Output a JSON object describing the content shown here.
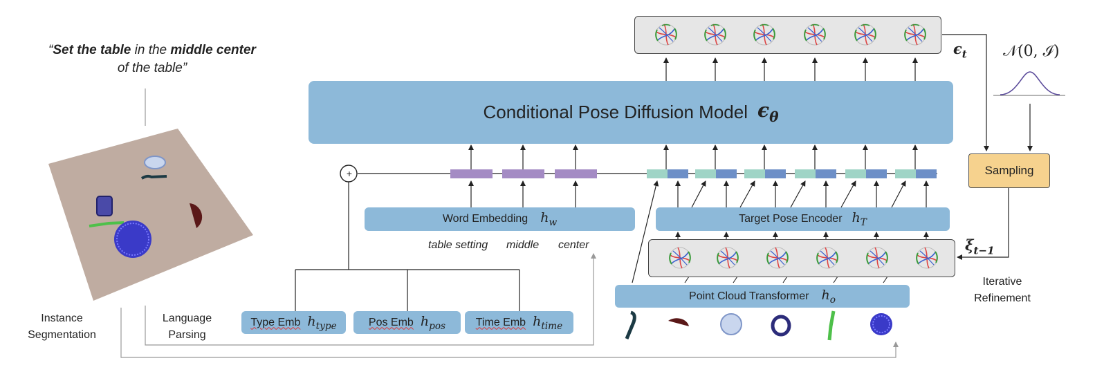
{
  "quote": {
    "open": "“",
    "bold1": "Set the table",
    "mid1": " in the ",
    "bold2": "middle center",
    "line2": "of the table",
    "close": "”"
  },
  "labels": {
    "instance_segmentation": [
      "Instance",
      "Segmentation"
    ],
    "language_parsing": [
      "Language",
      "Parsing"
    ],
    "iterative_refinement": [
      "Iterative",
      "Refinement"
    ],
    "sampling": "Sampling",
    "plus": "+"
  },
  "diffusion_model": {
    "label": "Conditional Pose Diffusion Model",
    "symbol_main": "ϵ",
    "symbol_sub": "θ"
  },
  "word_embedding": {
    "label": "Word Embedding",
    "sym": "h",
    "sub": "w"
  },
  "target_pose_encoder": {
    "label": "Target Pose Encoder",
    "sym": "h",
    "sub": "T"
  },
  "point_cloud_transformer": {
    "label": "Point Cloud Transformer",
    "sym": "h",
    "sub": "o"
  },
  "type_emb": {
    "label": "Type Emb",
    "sym": "h",
    "sub": "type"
  },
  "pos_emb": {
    "label": "Pos Emb",
    "sym": "h",
    "sub": "pos"
  },
  "time_emb": {
    "label": "Time Emb",
    "sym": "h",
    "sub": "time"
  },
  "parsed_words": [
    "table setting",
    "middle",
    "center"
  ],
  "eps_t": {
    "main": "ϵ",
    "sub": "t"
  },
  "xi": {
    "main": "ξ",
    "sub": "t−1"
  },
  "normal": {
    "text": "𝒩(0, ℐ)"
  },
  "colors": {
    "blue_box": "#8db9d9",
    "purple_token": "#a48bc4",
    "teal_token": "#9fd4c6",
    "blue_token": "#6d8fc7",
    "sampling_fill": "#f6d28e",
    "panel": "#e6e6e6",
    "table_top": "#bfaca1"
  }
}
